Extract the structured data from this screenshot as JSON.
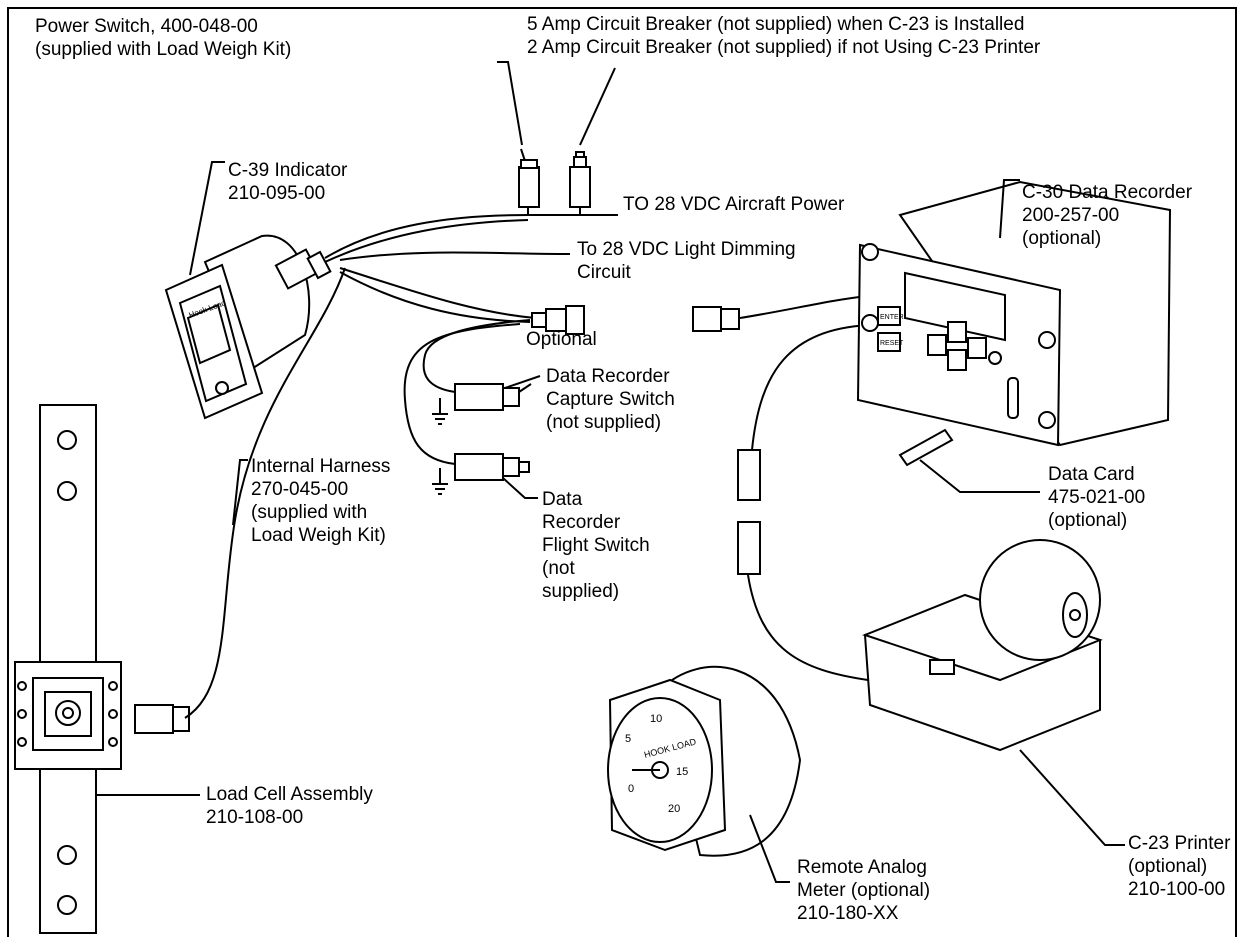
{
  "labels": {
    "power_switch": [
      "Power Switch, 400-048-00",
      "(supplied with Load Weigh Kit)"
    ],
    "circuit_breaker": [
      "5 Amp Circuit Breaker (not supplied) when C-23 is Installed",
      "2 Amp Circuit Breaker (not supplied) if not Using C-23 Printer"
    ],
    "aircraft_power": [
      "TO  28 VDC Aircraft Power"
    ],
    "light_dimming": [
      "To 28 VDC Light Dimming",
      "Circuit"
    ],
    "c39_indicator": [
      "C-39 Indicator",
      "210-095-00"
    ],
    "c30_recorder": [
      "C-30 Data Recorder",
      "200-257-00",
      "(optional)"
    ],
    "optional": [
      "Optional"
    ],
    "capture_switch": [
      "Data Recorder",
      "Capture Switch",
      "(not supplied)"
    ],
    "internal_harness": [
      "Internal Harness",
      "270-045-00",
      "(supplied with",
      "Load Weigh Kit)"
    ],
    "flight_switch": [
      "Data",
      "Recorder",
      "Flight Switch",
      "(not",
      "supplied)"
    ],
    "data_card": [
      "Data Card",
      "475-021-00",
      "(optional)"
    ],
    "load_cell": [
      "Load Cell Assembly",
      "210-108-00"
    ],
    "c23_printer": [
      "C-23 Printer",
      "(optional)",
      "210-100-00"
    ],
    "analog_meter": [
      "Remote Analog",
      "Meter (optional)",
      "210-180-XX"
    ]
  },
  "device_text": {
    "indicator_face": "Hook Load",
    "recorder_enter": "ENTER",
    "recorder_reset": "RESET",
    "meter_title": "HOOK LOAD",
    "meter_ticks": [
      "0",
      "5",
      "10",
      "15",
      "20"
    ]
  }
}
